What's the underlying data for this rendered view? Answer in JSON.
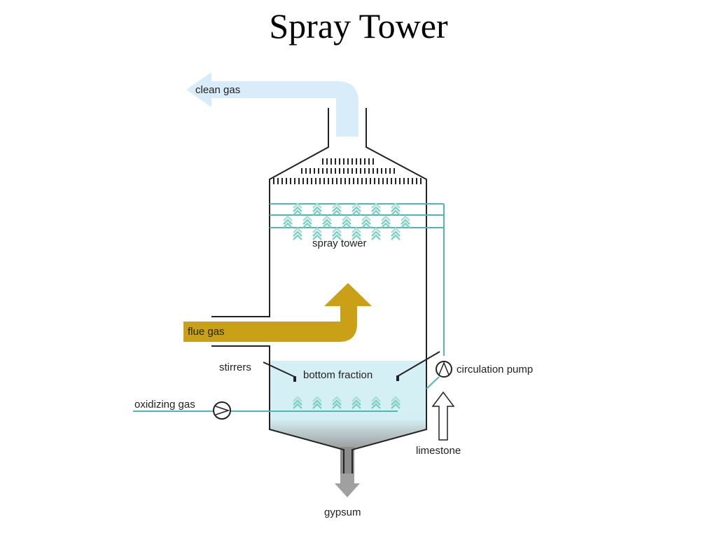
{
  "title": "Spray Tower",
  "labels": {
    "clean_gas": "clean gas",
    "spray_tower": "spray tower",
    "flue_gas": "flue gas",
    "stirrers": "stirrers",
    "bottom_fraction": "bottom fraction",
    "circulation_pump": "circulation pump",
    "oxidizing_gas": "oxidizing gas",
    "limestone": "limestone",
    "gypsum": "gypsum"
  },
  "colors": {
    "clean_gas": "#d8ecfa",
    "flue_gas": "#c9a016",
    "liquid": "#d5f0f5",
    "pipe": "#55b4b4",
    "gypsum": "#8c8c8c",
    "outline": "#222222"
  }
}
